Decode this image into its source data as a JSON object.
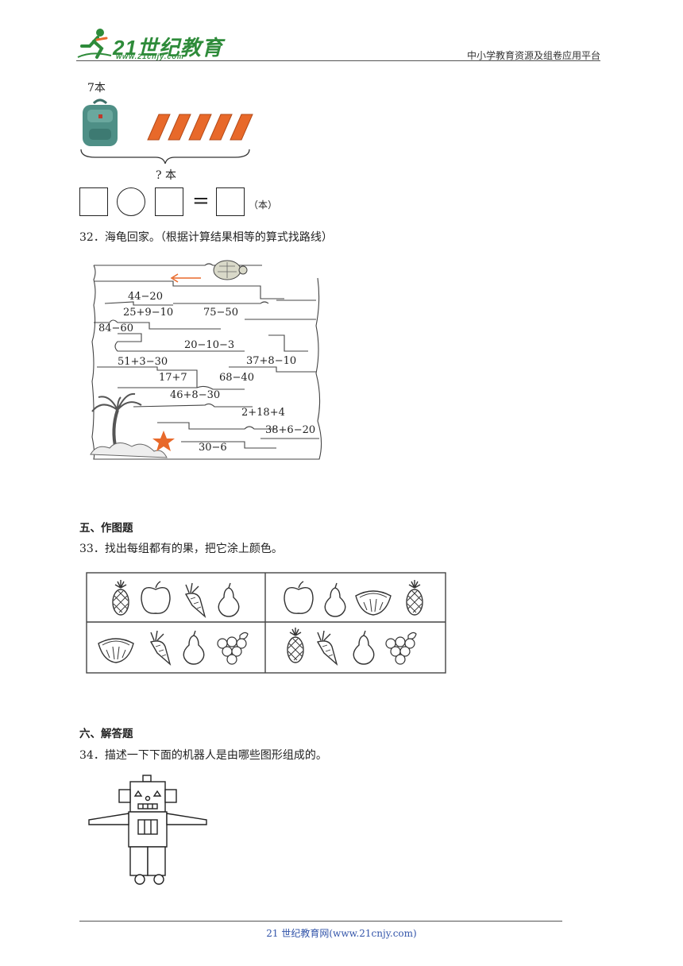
{
  "header": {
    "logo_text": "21世纪教育",
    "logo_url": "www.21cnjy.com",
    "platform": "中小学教育资源及组卷应用平台"
  },
  "q31": {
    "top_label": "7本",
    "bottom_label": "? 本",
    "unit": "（本）",
    "equals": "="
  },
  "q32": {
    "text": "32．海龟回家。（根据计算结果相等的算式找路线）",
    "expressions": [
      "44−20",
      "25+9−10",
      "75−50",
      "84−60",
      "20−10−3",
      "51+3−30",
      "37+8−10",
      "17+7",
      "68−40",
      "46+8−30",
      "2+18+4",
      "38+6−20",
      "30−6"
    ]
  },
  "section5": {
    "title": "五、作图题"
  },
  "q33": {
    "text": "33．找出每组都有的果，把它涂上颜色。"
  },
  "section6": {
    "title": "六、解答题"
  },
  "q34": {
    "text": "34．描述一下下面的机器人是由哪些图形组成的。"
  },
  "footer": {
    "text": "21 世纪教育网(www.21cnjy.com)"
  },
  "colors": {
    "book_orange": "#e8692a",
    "bag_teal": "#4e8f86",
    "logo_green": "#2e8b3a",
    "footer_blue": "#3355aa"
  }
}
